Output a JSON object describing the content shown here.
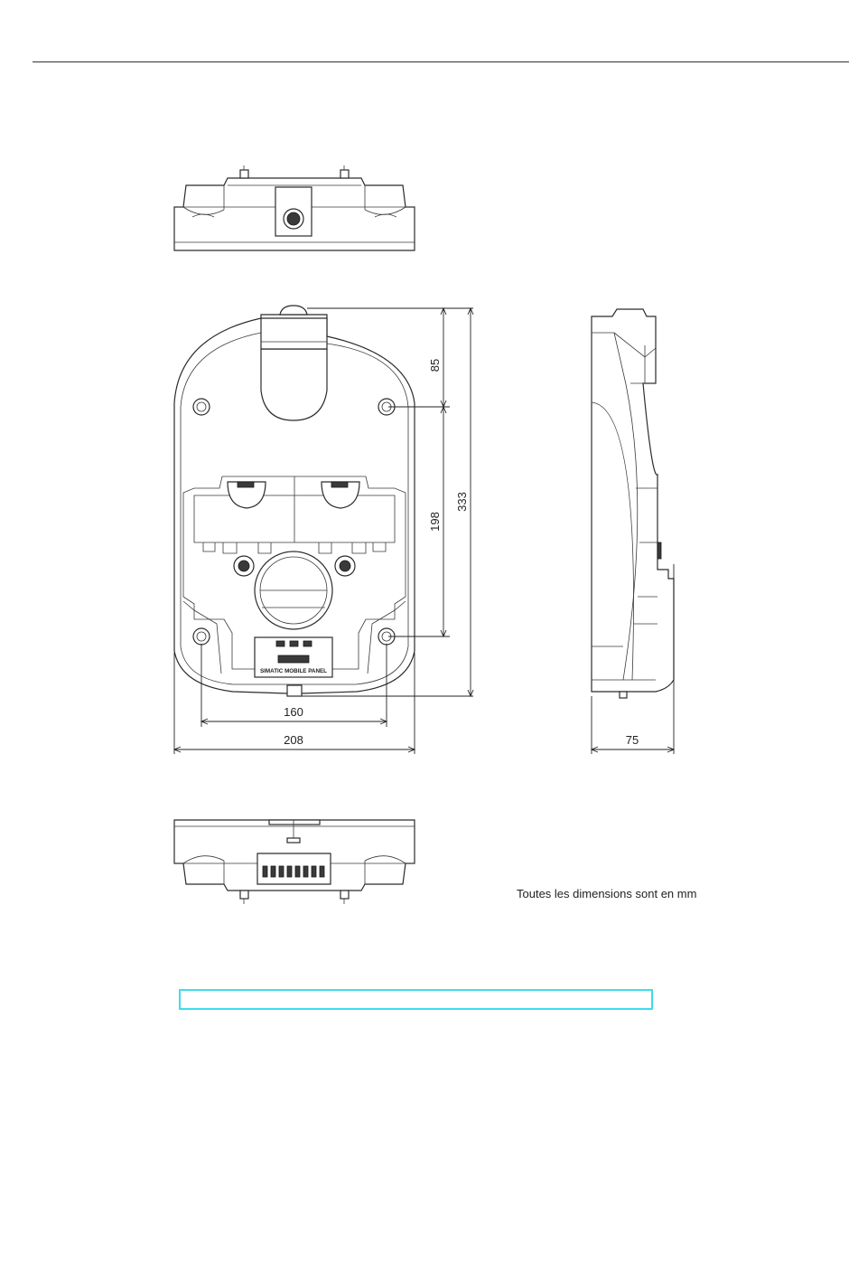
{
  "dimensions": {
    "top_section": "85",
    "middle_section": "198",
    "total_height": "333",
    "hole_spacing": "160",
    "total_width": "208",
    "depth": "75"
  },
  "device_label": {
    "name": "SIMATIC MOBILE PANEL"
  },
  "note": "Toutes les dimensions sont en mm",
  "colors": {
    "highlight_box_border": "#3fdcea",
    "line": "#2b2b2b"
  }
}
